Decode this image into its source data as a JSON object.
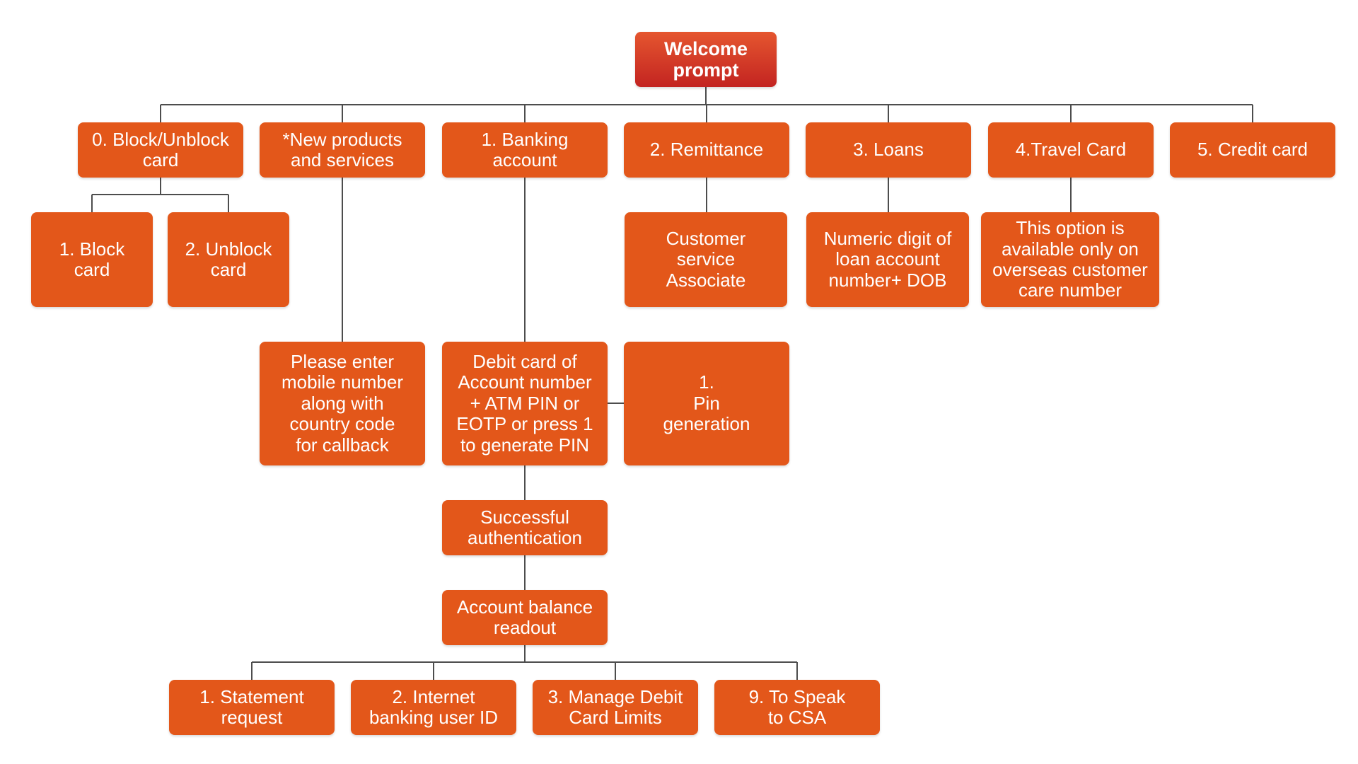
{
  "colors": {
    "box_fill": "#e3571a",
    "root_fill_top": "#e5562f",
    "root_fill_bottom": "#c32421",
    "text": "#ffffff",
    "connector": "#4d4d4d",
    "background": "#ffffff"
  },
  "nodes": {
    "root": "Welcome\nprompt",
    "block_menu": "0. Block/Unblock\ncard",
    "new_products": "*New products\nand services",
    "banking": "1. Banking\naccount",
    "remittance": "2. Remittance",
    "loans": "3. Loans",
    "travel": "4.Travel Card",
    "credit": "5. Credit card",
    "block": "1. Block\ncard",
    "unblock": "2. Unblock\ncard",
    "csa": "Customer\nservice\nAssociate",
    "loan_digits": "Numeric digit of\nloan account\nnumber+ DOB",
    "travel_note": "This option is\navailable only on\noverseas customer\ncare number",
    "callback": "Please enter\nmobile number\nalong with\ncountry code\nfor callback",
    "debit_auth": "Debit card of\nAccount number\n+ ATM PIN or\nEOTP or press 1\nto generate PIN",
    "pin": "1.\nPin\ngeneration",
    "success": "Successful\nauthentication",
    "balance": "Account balance\nreadout",
    "statement": "1. Statement\nrequest",
    "internet": "2. Internet\nbanking user ID",
    "manage": "3. Manage Debit\nCard Limits",
    "speak": "9. To Speak\nto CSA"
  }
}
